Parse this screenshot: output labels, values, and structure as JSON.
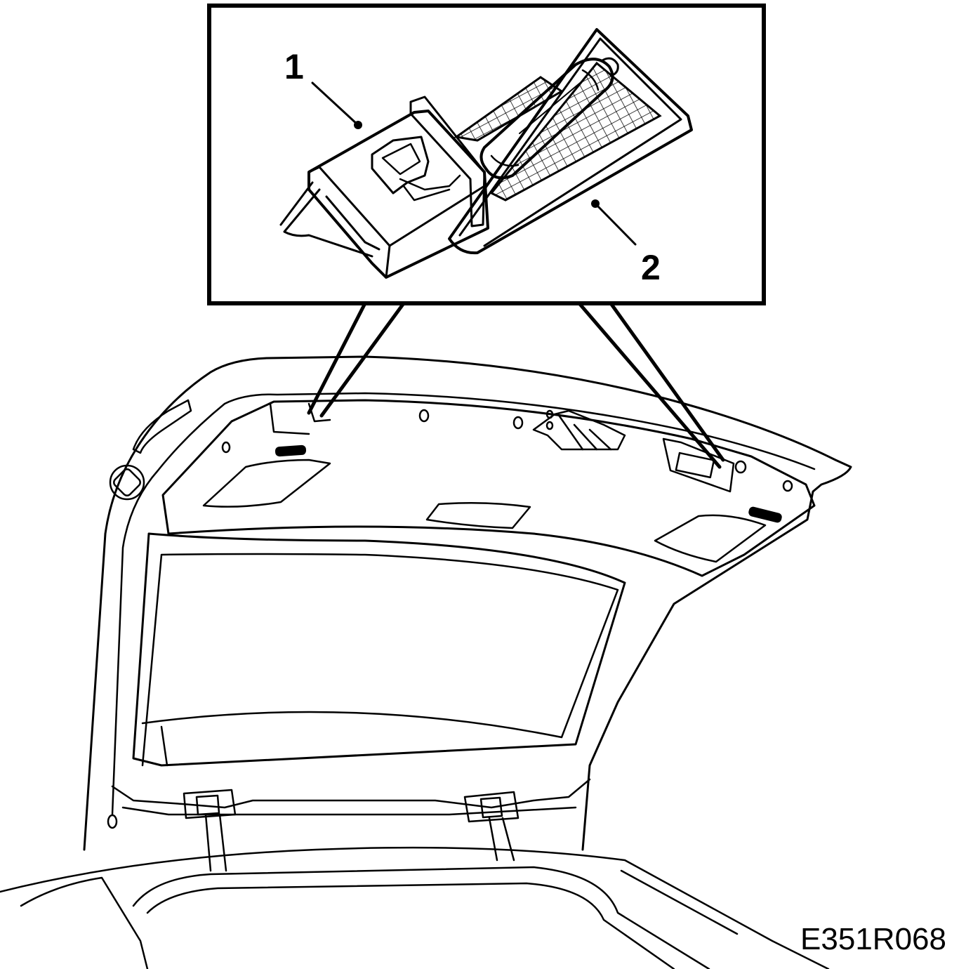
{
  "callouts": [
    {
      "id": "1",
      "text": "1"
    },
    {
      "id": "2",
      "text": "2"
    }
  ],
  "figure_code": "E351R068",
  "colors": {
    "ink": "#000000",
    "paper": "#ffffff"
  }
}
